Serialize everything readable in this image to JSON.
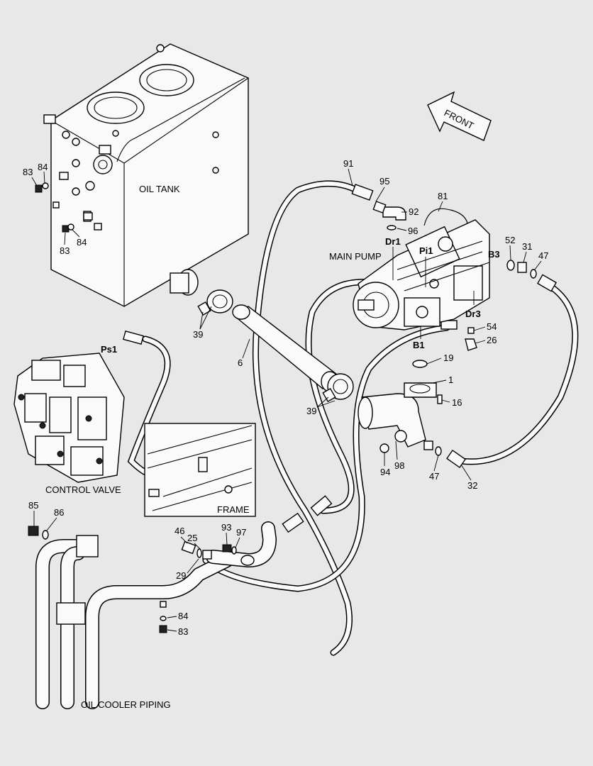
{
  "labels": {
    "oil_tank": "OIL TANK",
    "main_pump": "MAIN PUMP",
    "control_valve": "CONTROL VALVE",
    "frame": "FRAME",
    "oil_cooler_piping": "OIL COOLER PIPING",
    "front": "FRONT"
  },
  "ports": {
    "dr1": "Dr1",
    "pi1": "Pi1",
    "b3": "B3",
    "dr3": "Dr3",
    "b1": "B1",
    "ps1": "Ps1"
  },
  "callouts": {
    "c83a": "83",
    "c84a": "84",
    "c83b": "83",
    "c84b": "84",
    "c91": "91",
    "c95": "95",
    "c92": "92",
    "c96": "96",
    "c81": "81",
    "c52": "52",
    "c31": "31",
    "c47a": "47",
    "c54": "54",
    "c26": "26",
    "c19": "19",
    "c1": "1",
    "c16": "16",
    "c39a": "39",
    "c39b": "39",
    "c6": "6",
    "c94": "94",
    "c98": "98",
    "c47b": "47",
    "c32": "32",
    "c85": "85",
    "c86": "86",
    "c46": "46",
    "c25": "25",
    "c93": "93",
    "c97": "97",
    "c29": "29",
    "c84c": "84",
    "c83c": "83"
  }
}
